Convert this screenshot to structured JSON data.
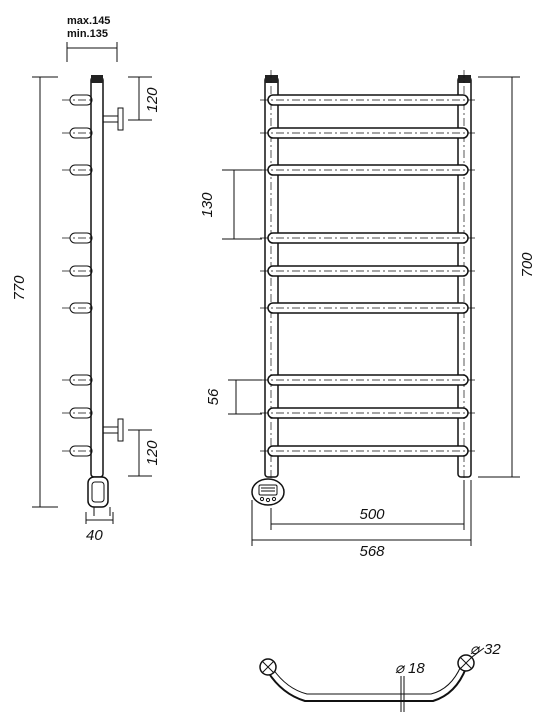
{
  "dimensions": {
    "side_depth_max": "max.145",
    "side_depth_min": "min.135",
    "side_height": "770",
    "side_top_offset": "120",
    "side_bottom_offset": "120",
    "side_width": "40",
    "rung_spacing": "130",
    "rung_gap": "56",
    "front_height": "700",
    "center_distance": "500",
    "total_width": "568",
    "pipe_diameter": "32",
    "rung_diameter": "18",
    "diameter_symbol": "⌀"
  },
  "colors": {
    "line": "#111111",
    "background": "#ffffff"
  }
}
